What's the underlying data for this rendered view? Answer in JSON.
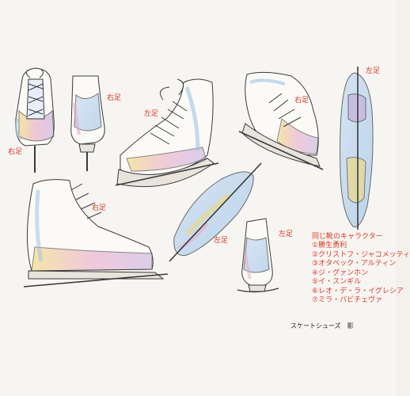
{
  "labels": {
    "right_foot": "右足",
    "left_foot": "左足"
  },
  "legend": {
    "title": "同じ靴のキャラクター",
    "items": [
      "①勝生勇利",
      "②クリストフ・ジャコメッティ",
      "③オタベック・アルティン",
      "④ジ・グァンホン",
      "⑤イ・スンギル",
      "⑥レオ・デ・ラ・イグレシア",
      "⑦ミラ・バビチェヴァ"
    ]
  },
  "caption": "スケートシューズ　影",
  "colors": {
    "label_red": "#d8392b",
    "line": "#3a3a3a",
    "shade_blue": "#b9d4ec",
    "shade_yellow": "#f2d977",
    "shade_pink": "#e9a9c9",
    "shade_purple": "#c7b1e0"
  }
}
